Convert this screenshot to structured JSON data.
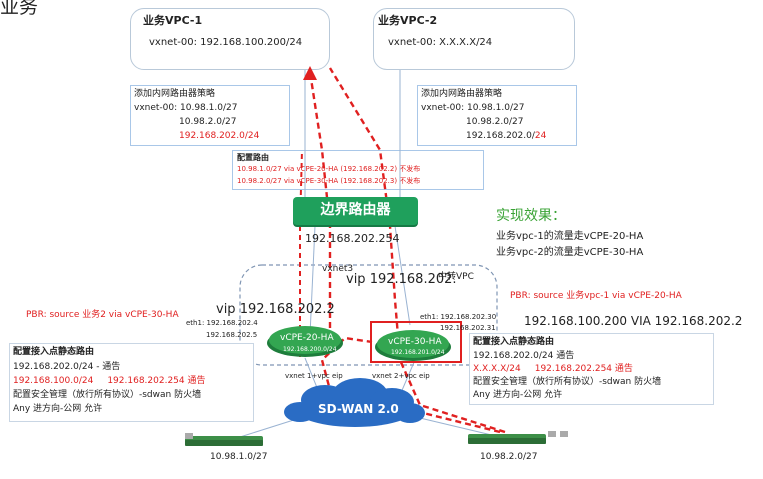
{
  "page": {
    "corner_title": "业务"
  },
  "vpc1": {
    "title": "业务VPC-1",
    "subnet": "vxnet-00: 192.168.100.200/24"
  },
  "vpc2": {
    "title": "业务VPC-2",
    "subnet": "vxnet-00: X.X.X.X/24"
  },
  "policy_left": {
    "title": "添加内网路由器策略",
    "line1": "vxnet-00: 10.98.1.0/27",
    "line2": "10.98.2.0/27",
    "line3": "192.168.202.0/24"
  },
  "policy_right": {
    "title": "添加内网路由器策略",
    "line1": "vxnet-00: 10.98.1.0/27",
    "line2": "10.98.2.0/27",
    "line3_prefix": "192.168.202.0/",
    "line3_suffix": "24"
  },
  "route_config": {
    "title": "配置路由",
    "line1": "10.98.1.0/27   via  vCPE-20-HA (192.168.202.2)   不发布",
    "line2": "10.98.2.0/27   via  vCPE-30-HA (192.168.202.3)   不发布"
  },
  "border_router": {
    "label": "边界路由器",
    "ip": "192.168.202.254"
  },
  "effect": {
    "title": "实现效果：",
    "line1": "业务vpc-1的流量走vCPE-20-HA",
    "line2": "业务vpc-2的流量走vCPE-30-HA"
  },
  "vpc_area": {
    "vxnet": "vxnet3",
    "vip_center": "vip 192.168.202.",
    "transit_tag": "中转VPC",
    "vip_left": "vip 192.168.202.2",
    "eth1_left": "eth1: 192.168.202.4",
    "eth1_left2": "192.168.202.5",
    "eth1_right": "eth1: 192.168.202.30",
    "eth1_right2": "192.168.202.31"
  },
  "pbr_left": "PBR:  source  业务2  via  vCPE-30-HA",
  "pbr_right": "PBR:  source  业务vpc-1  via  vCPE-20-HA",
  "route_right": "192.168.100.200 VIA 192.168.202.2",
  "vcpe20": {
    "name": "vCPE-20-HA",
    "subnet": "192.168.200.0/24",
    "uplink": "vxnet 1+vpc eip"
  },
  "vcpe30": {
    "name": "vCPE-30-HA",
    "subnet": "192.168.201.0/24",
    "uplink": "vxnet 2+vpc eip"
  },
  "static_left": {
    "title": "配置接入点静态路由",
    "l1": "192.168.202.0/24     -      通告",
    "l2a": "192.168.100.0/24",
    "l2b": "192.168.202.254  通告",
    "l3": "配置安全管理（放行所有协议）-sdwan 防火墙",
    "l4": "Any 进方向-公网 允许"
  },
  "static_right": {
    "title": "配置接入点静态路由",
    "l1": "192.168.202.0/24     通告",
    "l2a": "X.X.X.X/24",
    "l2b": "192.168.202.254  通告",
    "l3": "配置安全管理（放行所有协议）-sdwan 防火墙",
    "l4": "Any 进方向-公网 允许"
  },
  "sdwan": {
    "label": "SD-WAN 2.0"
  },
  "site_left": {
    "subnet": "10.98.1.0/27"
  },
  "site_right": {
    "subnet": "10.98.2.0/27"
  },
  "colors": {
    "red": "#e02020",
    "green": "#3aa335",
    "router_green": "#1fa05c",
    "vcpe_green": "#33a651",
    "sdwan_blue": "#2a6cc4"
  }
}
